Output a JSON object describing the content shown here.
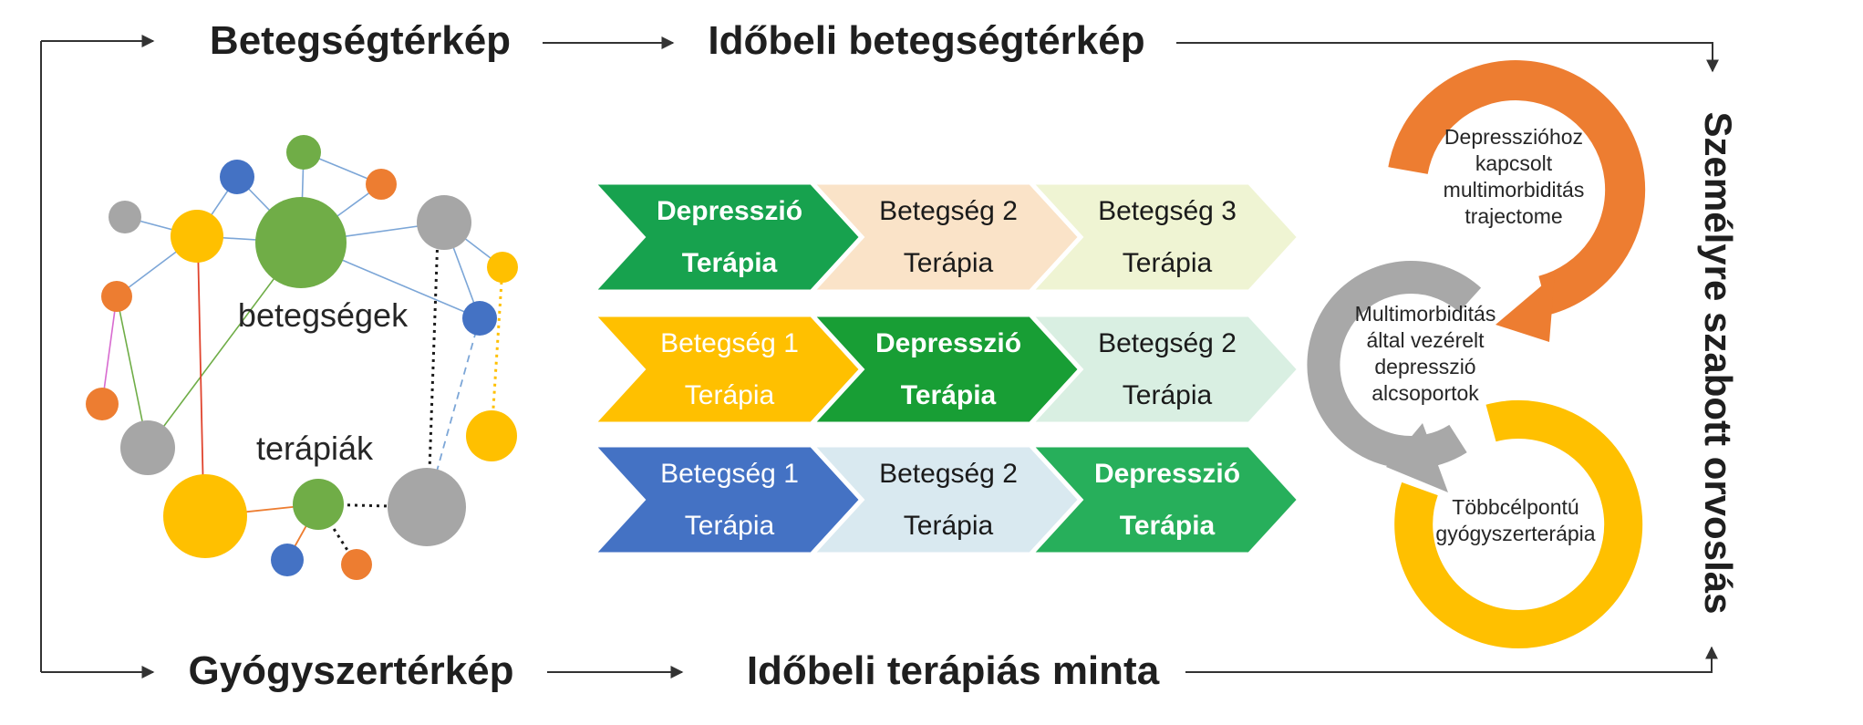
{
  "figure": {
    "background": "#ffffff"
  },
  "flow": {
    "top_left": "Betegségtérkép",
    "top_middle": "Időbeli betegségtérkép",
    "bottom_left": "Gyógyszertérkép",
    "bottom_middle": "Időbeli terápiás minta",
    "right_vertical": "Személyre szabott orvoslás"
  },
  "network": {
    "label_diseases": "betegségek",
    "label_therapies": "terápiák",
    "palette": {
      "green": "#70AD47",
      "yellow": "#FFC000",
      "gray": "#A6A6A6",
      "blue": "#4472C4",
      "orange": "#ED7D31"
    },
    "nodes": [
      {
        "color": "#70AD47"
      },
      {
        "color": "#4472C4"
      },
      {
        "color": "#ED7D31"
      },
      {
        "color": "#A6A6A6"
      },
      {
        "color": "#FFC000"
      },
      {
        "color": "#70AD47"
      },
      {
        "color": "#A6A6A6"
      },
      {
        "color": "#FFC000"
      },
      {
        "color": "#ED7D31"
      },
      {
        "color": "#4472C4"
      },
      {
        "color": "#ED7D31"
      },
      {
        "color": "#A6A6A6"
      },
      {
        "color": "#FFC000"
      },
      {
        "color": "#FFC000"
      },
      {
        "color": "#70AD47"
      },
      {
        "color": "#A6A6A6"
      },
      {
        "color": "#4472C4"
      },
      {
        "color": "#ED7D31"
      }
    ]
  },
  "chevron_rows": [
    {
      "segments": [
        {
          "line1": "Depresszió",
          "line2": "Terápia",
          "fill": "#17A24E",
          "text_color": "#FFFFFF"
        },
        {
          "line1": "Betegség 2",
          "line2": "Terápia",
          "fill": "#FAE3C8",
          "text_color": "#1A1A1A"
        },
        {
          "line1": "Betegség 3",
          "line2": "Terápia",
          "fill": "#EFF4D3",
          "text_color": "#1A1A1A"
        }
      ]
    },
    {
      "segments": [
        {
          "line1": "Betegség 1",
          "line2": "Terápia",
          "fill": "#FFC000",
          "text_color": "#FFFFFF"
        },
        {
          "line1": "Depresszió",
          "line2": "Terápia",
          "fill": "#189E35",
          "text_color": "#FFFFFF"
        },
        {
          "line1": "Betegség 2",
          "line2": "Terápia",
          "fill": "#D9EFE2",
          "text_color": "#1A1A1A"
        }
      ]
    },
    {
      "segments": [
        {
          "line1": "Betegség 1",
          "line2": "Terápia",
          "fill": "#4472C4",
          "text_color": "#FFFFFF"
        },
        {
          "line1": "Betegség 2",
          "line2": "Terápia",
          "fill": "#D9E9F0",
          "text_color": "#1A1A1A"
        },
        {
          "line1": "Depresszió",
          "line2": "Terápia",
          "fill": "#27AF5B",
          "text_color": "#FFFFFF"
        }
      ]
    }
  ],
  "cycle": {
    "rings": [
      {
        "color": "#ED7D31",
        "lines": [
          "Depresszióhoz",
          "kapcsolt",
          "multimorbiditás",
          "trajectome"
        ]
      },
      {
        "color": "#A8A8A8",
        "lines": [
          "Multimorbiditás",
          "által vezérelt",
          "depresszió",
          "alcsoportok"
        ]
      },
      {
        "color": "#FFC000",
        "lines": [
          "Többcélpontú",
          "gyógyszerterápia"
        ]
      }
    ]
  }
}
